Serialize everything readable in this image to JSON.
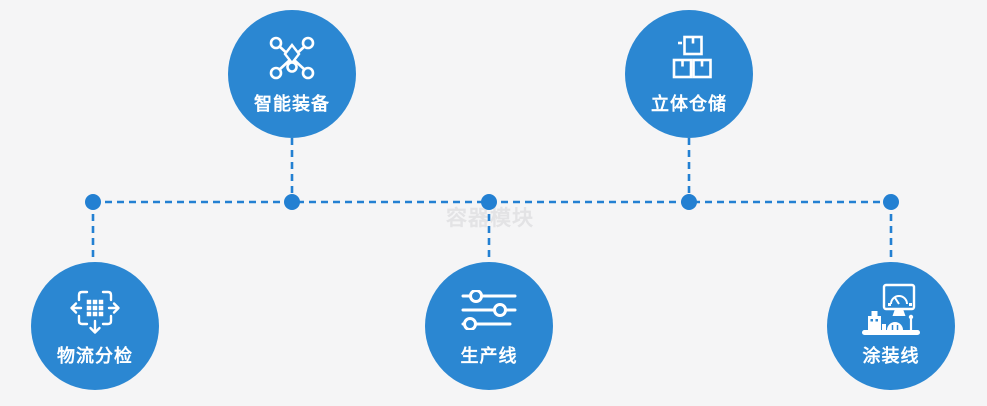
{
  "watermark": {
    "text": "容器模块"
  },
  "colors": {
    "background": "#f5f5f6",
    "circle": "#2b87d2",
    "connector": "#2380d2",
    "label": "#ffffff",
    "watermark": "#e3e3e5"
  },
  "nodes": [
    {
      "label": "智能装备",
      "icon": "network-icon",
      "position": "top-left"
    },
    {
      "label": "立体仓储",
      "icon": "stacked-boxes-icon",
      "position": "top-right"
    },
    {
      "label": "物流分检",
      "icon": "sort-dispatch-icon",
      "position": "bottom-left"
    },
    {
      "label": "生产线",
      "icon": "sliders-icon",
      "position": "bottom-center"
    },
    {
      "label": "涂装线",
      "icon": "workstation-icon",
      "position": "bottom-right"
    }
  ]
}
